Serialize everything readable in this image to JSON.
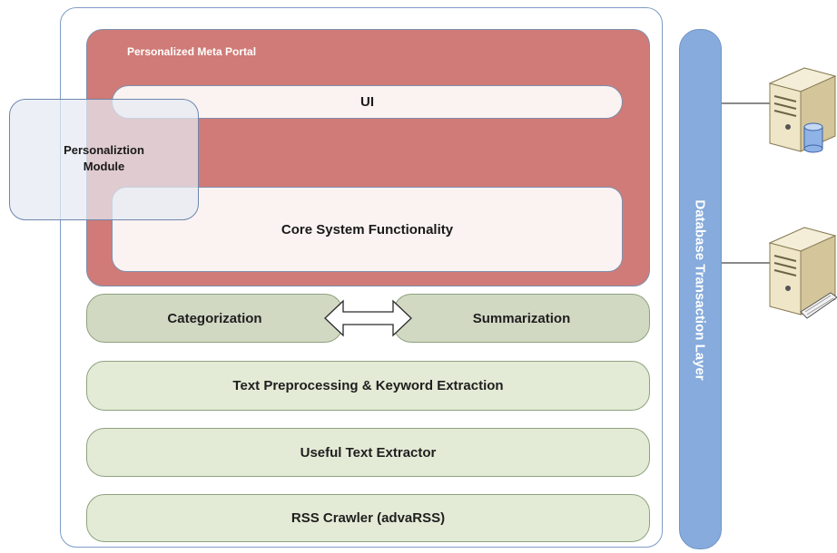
{
  "portal": {
    "title": "Personalized Meta  Portal"
  },
  "ui": {
    "label": "UI"
  },
  "personalization": {
    "line1": "Personaliztion",
    "line2": "Module"
  },
  "core": {
    "label": "Core System Functionality"
  },
  "categorization": {
    "label": "Categorization"
  },
  "summarization": {
    "label": "Summarization"
  },
  "text_preprocessing": {
    "label": "Text Preprocessing & Keyword Extraction"
  },
  "useful_text": {
    "label": "Useful Text Extractor"
  },
  "rss": {
    "label": "RSS Crawler (advaRSS)"
  },
  "database_layer": {
    "label": "Database Transaction Layer"
  },
  "servers": [
    {
      "icon": "database-server-icon"
    },
    {
      "icon": "server-terminal-icon"
    }
  ],
  "colors": {
    "portal": "#d07b77",
    "database_layer": "#86abdc",
    "component_dark": "#d2d9c3",
    "component_light": "#e3ebd6",
    "outer_border": "#7e9bc6"
  }
}
